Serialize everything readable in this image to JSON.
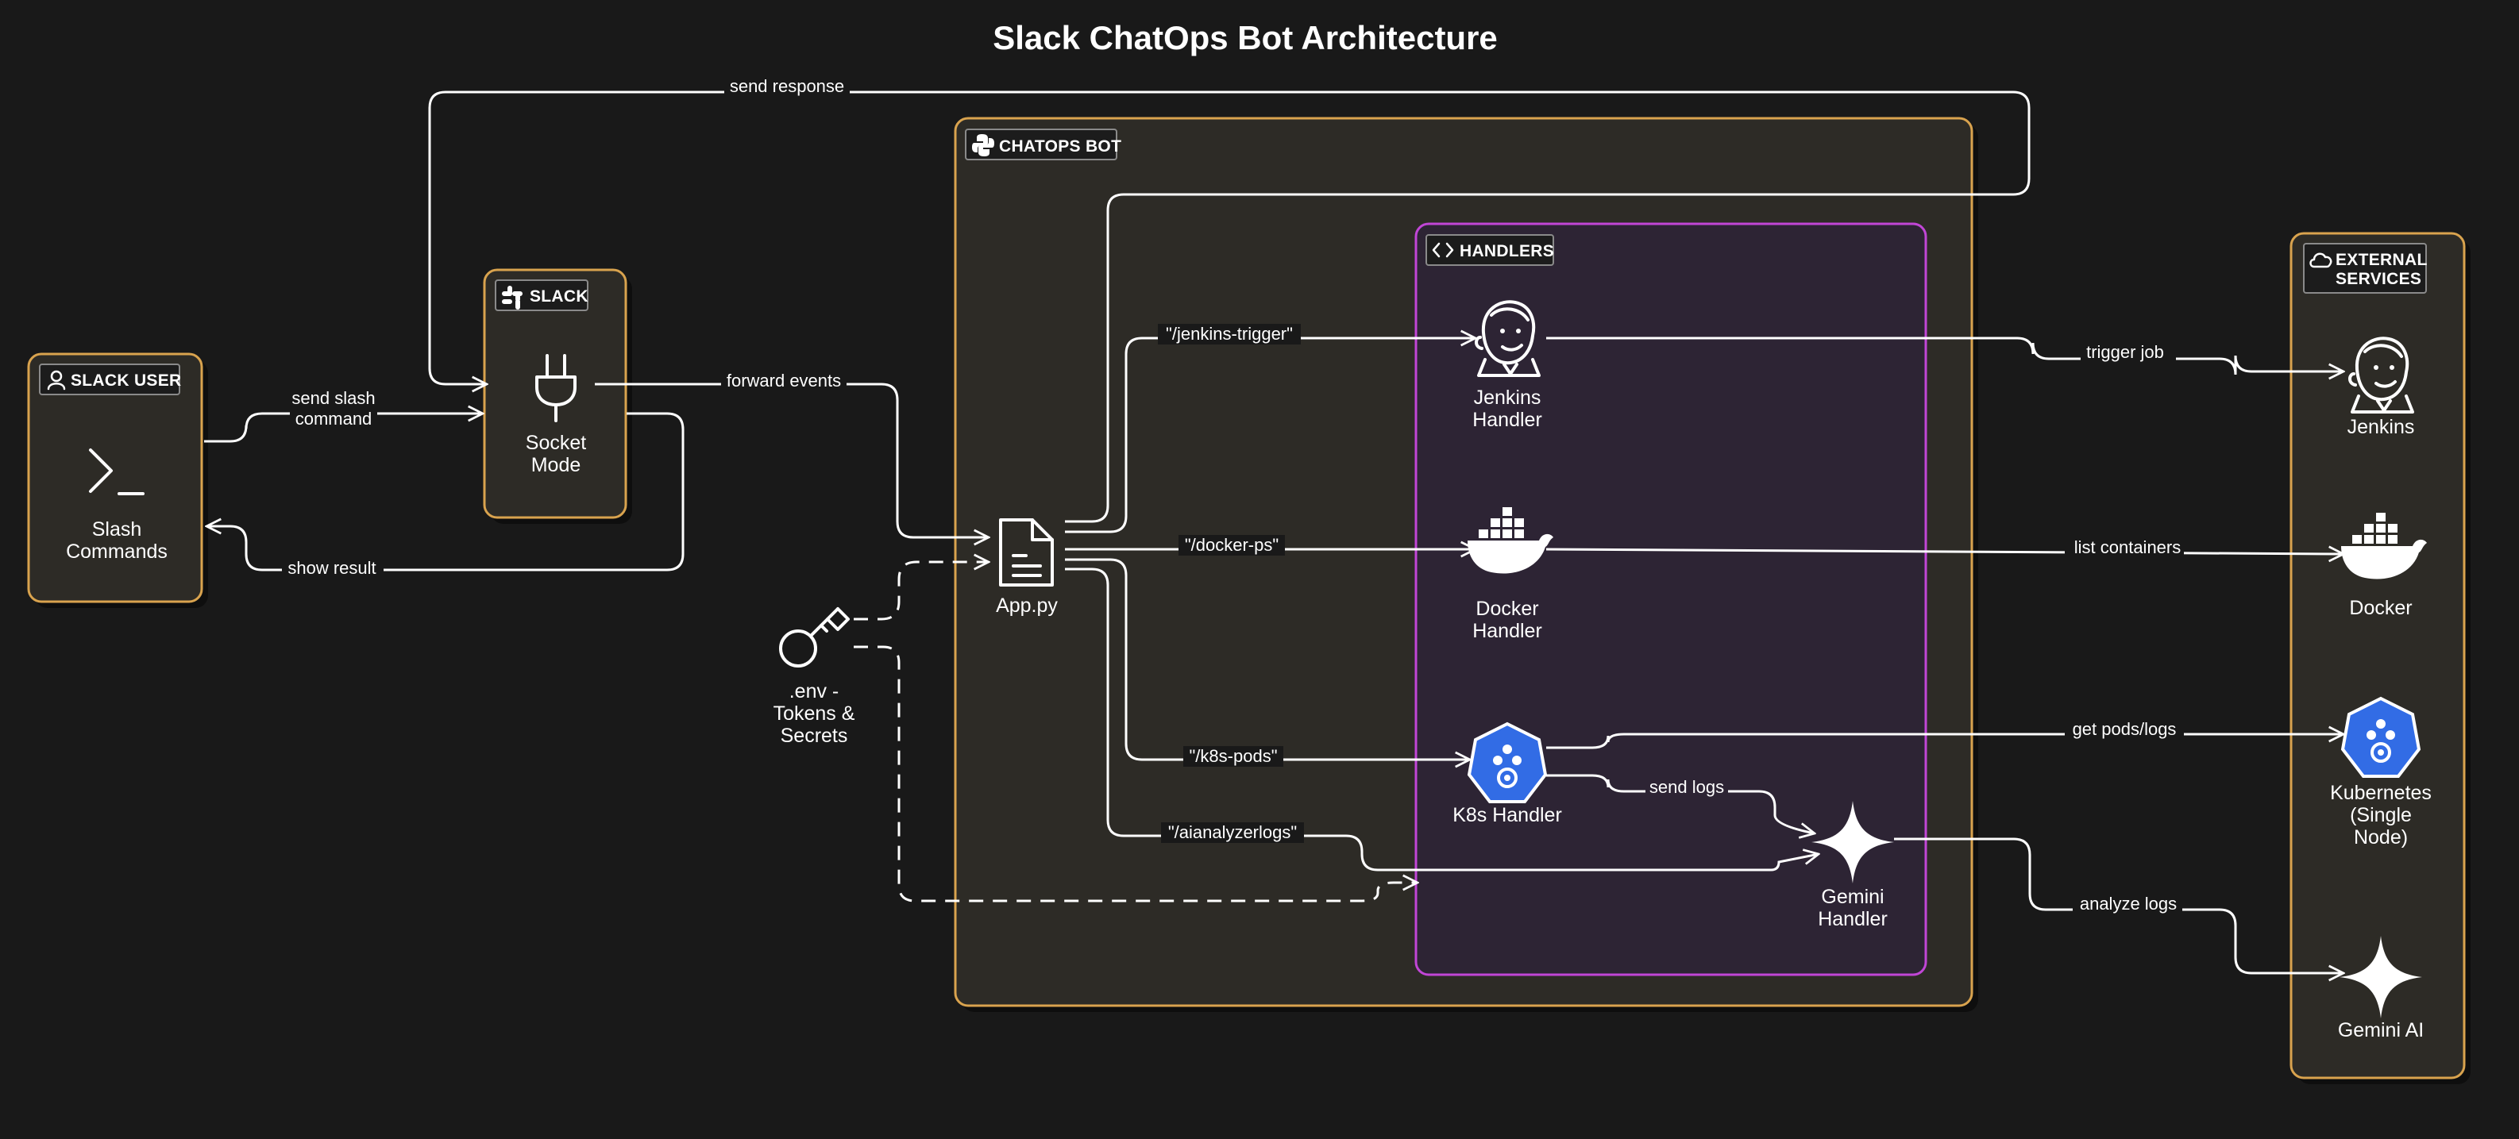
{
  "title": "Slack ChatOps Bot Architecture",
  "clusters": {
    "slack_user": "SLACK USER",
    "slack": "SLACK",
    "chatops_bot": "CHATOPS BOT",
    "handlers": "HANDLERS",
    "external_services": [
      "EXTERNAL",
      "SERVICES"
    ]
  },
  "nodes": {
    "slash_commands": [
      "Slash",
      "Commands"
    ],
    "socket_mode": [
      "Socket",
      "Mode"
    ],
    "app_py": "App.py",
    "env": [
      ".env -",
      "Tokens &",
      "Secrets"
    ],
    "jenkins_handler": [
      "Jenkins",
      "Handler"
    ],
    "docker_handler": [
      "Docker",
      "Handler"
    ],
    "k8s_handler": "K8s Handler",
    "gemini_handler": [
      "Gemini",
      "Handler"
    ],
    "jenkins": "Jenkins",
    "docker": "Docker",
    "kubernetes": [
      "Kubernetes",
      "(Single",
      "Node)"
    ],
    "gemini_ai": "Gemini AI"
  },
  "edges": {
    "send_slash_command": [
      "send slash",
      "command"
    ],
    "show_result": "show result",
    "forward_events": "forward events",
    "send_response": "send response",
    "jenkins_trigger": "\"/jenkins-trigger\"",
    "docker_ps": "\"/docker-ps\"",
    "k8s_pods": "\"/k8s-pods\"",
    "aianalyzerlogs": "\"/aianalyzerlogs\"",
    "send_logs": "send logs",
    "trigger_job": "trigger job",
    "list_containers": "list containers",
    "get_pods_logs": "get pods/logs",
    "analyze_logs": "analyze logs"
  },
  "colors": {
    "background": "#191919",
    "cluster_border": "#d9a34e",
    "handlers_border": "#c146d6",
    "kubernetes_blue": "#326ce5"
  },
  "icons": [
    "user-icon",
    "slack-icon",
    "python-icon",
    "code-icon",
    "cloud-icon",
    "terminal-icon",
    "plug-icon",
    "document-icon",
    "key-icon",
    "jenkins-icon",
    "docker-icon",
    "kubernetes-icon",
    "gemini-icon"
  ]
}
